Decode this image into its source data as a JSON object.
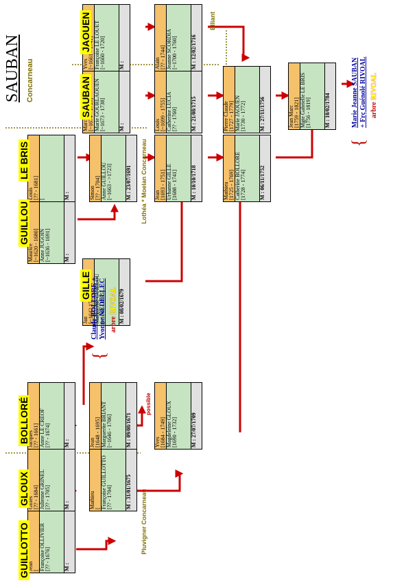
{
  "title": "SAUBAN",
  "subtitle": "Concarneau",
  "colors": {
    "husband": "#f5c16a",
    "wife": "#c6e3c2",
    "marriage": "#e0e0e0",
    "connector": "#cc0000",
    "place": "#807000",
    "label_bg": "#ffff00"
  },
  "families": [
    {
      "label": "GUILLOTTO"
    },
    {
      "label": "GLOUX"
    },
    {
      "label": "BOLLORÉ"
    },
    {
      "label": "GILLE"
    },
    {
      "label": "GUILLOU"
    },
    {
      "label": "LE BRIS"
    },
    {
      "label": "SAUBAN"
    },
    {
      "label": "JAOUEN"
    }
  ],
  "places": [
    {
      "text": "Pluvigner Concarneau"
    },
    {
      "text": "Lothéa * Moelan Concarneau"
    },
    {
      "text": "Elliant"
    }
  ],
  "cards": [
    {
      "h_name": "Jean",
      "h_dates": "[ ",
      "w_name": "Françoise OLLIVIER",
      "w_dates": "[?? - 1676]",
      "m": "M :"
    },
    {
      "h_name": "Gilles",
      "h_dates": "[?? - 1684]",
      "w_name": "Julienne GRINEL",
      "w_dates": "[?? - 1705]",
      "m": "M :"
    },
    {
      "h_name": "Jacques",
      "h_dates": "[?? - 1661]",
      "w_name": "Anne LE CREOF",
      "w_dates": "[?? - 1674]",
      "m": "M :"
    },
    {
      "h_name": "Mathieu",
      "h_dates": "[ ",
      "w_name": "Françoise GUILLOTTO",
      "w_dates": "[?? - 1704]",
      "m": "M : 31/01/1675"
    },
    {
      "h_name": "Jean",
      "h_dates": "[1648 - 1695]",
      "w_name": "Marguerite BRIANT",
      "w_dates": "[~1646 - 1706]",
      "m": "M : 09/08/1671"
    },
    {
      "h_name": "Yves",
      "h_dates": "[1684 - 1749]",
      "w_name": "Magdeleine GLOUX",
      "w_dates": "[1690 - 1732]",
      "m": "M : 27/07/1709"
    },
    {
      "h_name": "Jan",
      "h_dates": "[~1642 1702]",
      "w_name": "Marguerite GUILLOU",
      "w_dates": "[~1640 - 1695]",
      "m": "M : 08/02/1679"
    },
    {
      "h_name": "Maurice",
      "h_dates": "[~1620 - 1680]",
      "w_name": "Anne JUGOIN",
      "w_dates": "[~1636 - 1691]",
      "m": "M :"
    },
    {
      "h_name": "Louis",
      "h_dates": "[?? - 1681]",
      "w_name": "",
      "w_dates": "[",
      "m": "M :"
    },
    {
      "h_name": "Simon",
      "h_dates": "[?? - 1704]",
      "w_name": "Anne GUILLOU",
      "w_dates": "[~1663 - >1723]",
      "m": "M : 23/07/1691"
    },
    {
      "h_name": "Jean",
      "h_dates": "[1693 - 1751]",
      "w_name": "Urbanne GILLE",
      "w_dates": "[1688 - 1741]",
      "m": "M : 10/10/1718"
    },
    {
      "h_name": "Mathieu",
      "h_dates": "[1725 - 1769]",
      "w_name": "Catherine BOLLORÉ",
      "w_dates": "[1728 - 1774]",
      "m": "M : 06/11/1752"
    },
    {
      "h_name": "Marc",
      "h_dates": "[~1674 - 1739]",
      "w_name": "Marie GOURLAOUEN",
      "w_dates": "[~1673 - 1738]",
      "m": "M :"
    },
    {
      "h_name": "Louis",
      "h_dates": "[~1699 - 1755]",
      "w_name": "Catherine LUCIA",
      "w_dates": "[?? - 1760]",
      "m": "M : 21/08/1715"
    },
    {
      "h_name": "Pierre Claude",
      "h_dates": "[1727 - 1779]",
      "w_name": "Marie JAOUEN",
      "w_dates": "[1730 - 1772]",
      "m": "M : 27/11/1756"
    },
    {
      "h_name": "Jean Marc",
      "h_dates": "[1759 - 1821]",
      "w_name": "Mgte Gabrielle LE BRIS",
      "w_dates": "[1756 - 1819]",
      "m": "M : 10/02/1784"
    },
    {
      "h_name": "Yves",
      "h_dates": "[~1661 - 1741]",
      "w_name": "Françoise LE LOUET",
      "w_dates": "[~1660 - 1720]",
      "m": "M :"
    },
    {
      "h_name": "Alain",
      "h_dates": "[?? - 1744]",
      "w_name": "Jeanne SCORDIA",
      "w_dates": "[~1700 - 1760]",
      "m": "M : 12/02/1716"
    }
  ],
  "links": {
    "bollore": {
      "line1": "Claude BOLLORE +",
      "line2": "Yvonne NEDELLEC",
      "arbre_prefix": "arbre",
      "arbre_name": "RIVOAL"
    },
    "sauban": {
      "line1": "Marie Jeanne SAUBAN",
      "line2": "+ Frç Guénolé RIVOAL",
      "arbre_prefix": "arbre",
      "arbre_name": "RIVOAL"
    }
  },
  "notes": {
    "possible": "possible"
  }
}
